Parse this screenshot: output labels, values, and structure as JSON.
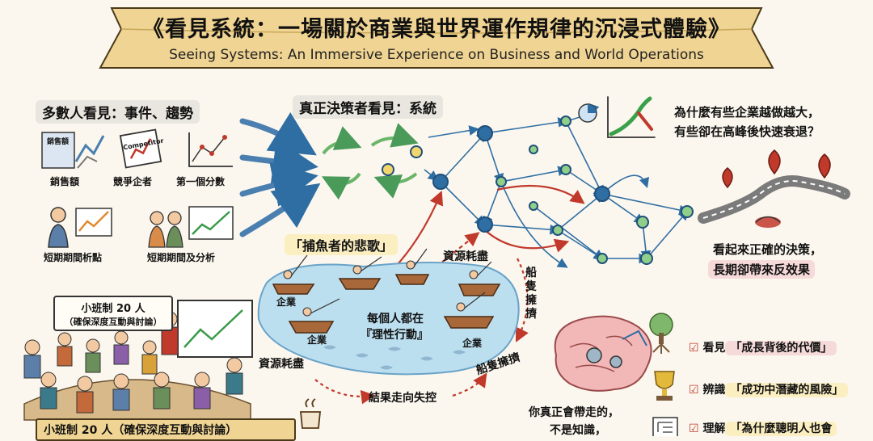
{
  "title_zh": "《看見系統：一場關於商業與世界運作規律的沉浸式體驗》",
  "title_en": "Seeing Systems: An Immersive Experience on Business and World Operations",
  "left_panel": {
    "heading": "多數人看見：事件、趨勢",
    "icons": [
      {
        "label": "銷售額",
        "inner": "銷售額",
        "icon": "sales-chart-icon"
      },
      {
        "label": "競爭企者",
        "inner": "Competitor",
        "icon": "competitor-card-icon"
      },
      {
        "label": "第一個分數",
        "icon": "line-graph-icon"
      },
      {
        "label": "短期期間析點",
        "icon": "presenter-icon"
      },
      {
        "label": "短期期間及分析",
        "icon": "team-analysis-icon"
      }
    ]
  },
  "system_heading": "真正決策者看見：系統",
  "question": {
    "line1": "為什麼有些企業越做越大，",
    "line2": "有些卻在高峰後快速衰退？"
  },
  "decision": {
    "line1": "看起來正確的決策，",
    "line2": "長期卻帶來反效果"
  },
  "fishermen": {
    "title": "「捕魚者的悲歌」",
    "resource_top": "資源耗盡",
    "boats_side": [
      "船",
      "隻",
      "擁",
      "擠"
    ],
    "company_labels": [
      "企業",
      "企業",
      "企業"
    ],
    "center_line1": "每個人都在",
    "center_line2": "『理性行動』",
    "resource_bottom": "資源耗盡",
    "boats_bottom": "船隻擁擠",
    "outcome": "結果走向失控"
  },
  "classroom": {
    "sign_line1": "小班制 20 人",
    "sign_line2": "（確保深度互動與討論）",
    "banner": "小班制 20 人（確保深度互動與討論）"
  },
  "brain": {
    "line1": "你真正會帶走的，",
    "line2": "不是知識，"
  },
  "takeaways": [
    {
      "icon": "tree-roots-icon",
      "prefix": "看見",
      "highlight": "「成長背後的代價」"
    },
    {
      "icon": "trophy-icon",
      "prefix": "辨識",
      "highlight": "「成功中潛藏的風險」"
    },
    {
      "icon": "maze-icon",
      "prefix": "理解",
      "highlight": "「為什麼聰明人也會"
    }
  ],
  "colors": {
    "banner": "#f0d493",
    "network_blue": "#2f6ea3",
    "node_green": "#8fcf8a",
    "node_yellow": "#f2d66b",
    "arrow_red": "#c0392b",
    "water": "#bcdff0"
  }
}
